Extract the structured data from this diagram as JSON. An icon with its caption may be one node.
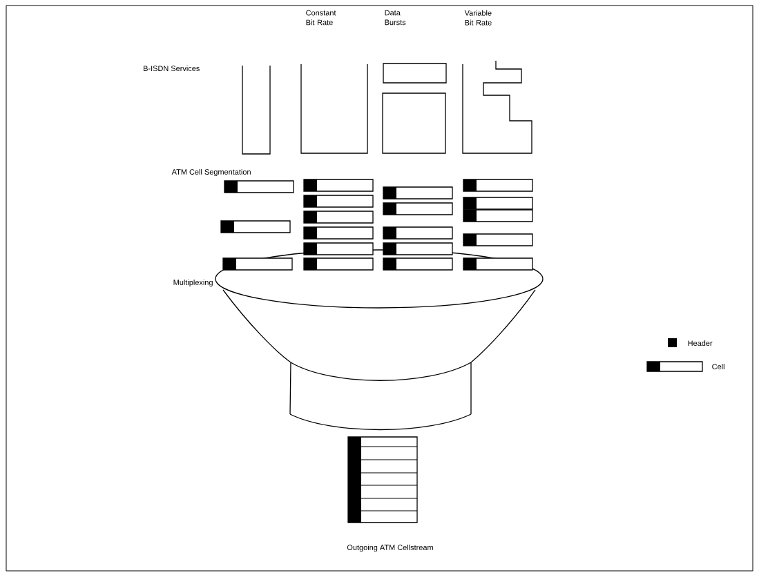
{
  "diagram": {
    "labels": [
      "Constant Bit Rate",
      "Data Bursts",
      "Variable Bit Rate",
      "B-ISDN Services",
      "ATM Cell Segmentation",
      "Multiplexing",
      "Outgoing ATM Cellstream"
    ],
    "legend": [
      {
        "text": "Header",
        "color": "#000000"
      },
      {
        "text": "Cell"
      }
    ]
  }
}
